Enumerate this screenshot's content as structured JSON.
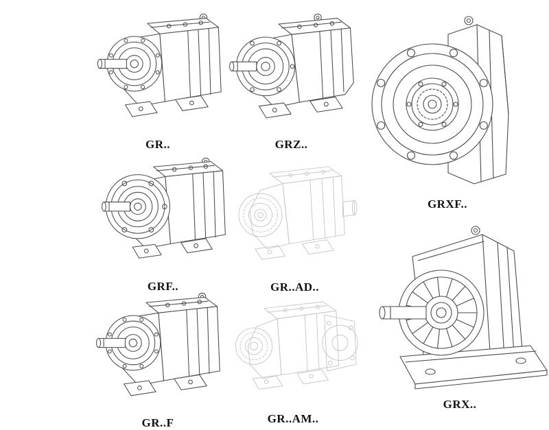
{
  "page": {
    "background": "#ffffff",
    "line_color": "#4a4a4a",
    "faded_line_color": "#c7c7c7",
    "label_color": "#111111"
  },
  "figures": [
    {
      "id": "gr",
      "label": "GR..",
      "style": "solid",
      "description": "foot-mounted helical gear reducer, input shaft left"
    },
    {
      "id": "grz",
      "label": "GRZ..",
      "style": "solid",
      "description": "foot-mounted helical gear reducer variant"
    },
    {
      "id": "grxf",
      "label": "GRXF..",
      "style": "solid",
      "description": "large flange-mounted helical gear reducer, front view"
    },
    {
      "id": "grf",
      "label": "GRF..",
      "style": "solid",
      "description": "flange-mounted helical gear reducer"
    },
    {
      "id": "gr_ad",
      "label": "GR..AD..",
      "style": "faded",
      "description": "reducer with input adapter, light dashed drawing"
    },
    {
      "id": "gr_f",
      "label": "GR..F",
      "style": "solid",
      "description": "foot-mounted helical gear reducer"
    },
    {
      "id": "gr_am",
      "label": "GR..AM..",
      "style": "faded",
      "description": "reducer with motor adapter flange, light dashed drawing"
    },
    {
      "id": "grx",
      "label": "GRX..",
      "style": "solid",
      "description": "large foot-mounted helical gear reducer, ribbed cone front"
    }
  ]
}
